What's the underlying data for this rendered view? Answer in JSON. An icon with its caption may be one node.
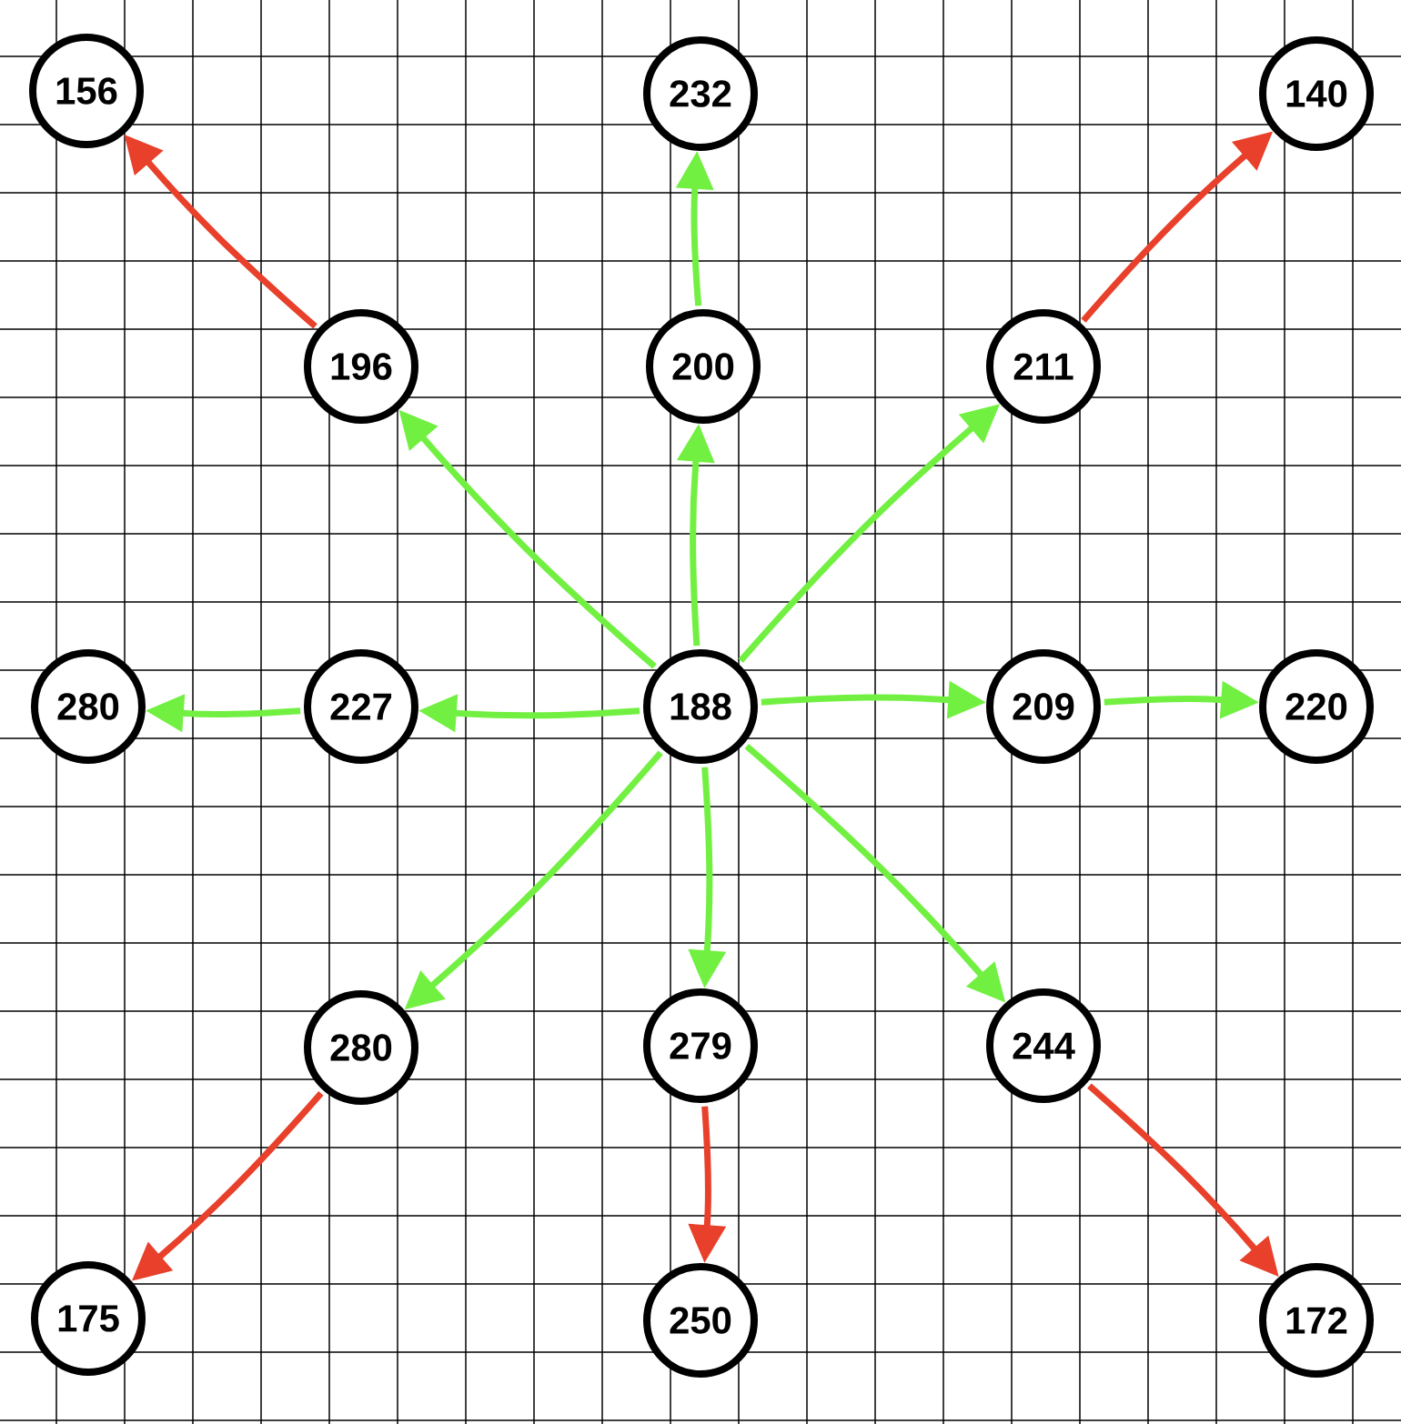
{
  "diagram": {
    "nodes": [
      {
        "text": [
          "156"
        ]
      },
      {
        "text": [
          "232"
        ]
      },
      {
        "text": [
          "140"
        ]
      },
      {
        "text": [
          "196"
        ]
      },
      {
        "text": [
          "200"
        ]
      },
      {
        "text": [
          "211"
        ]
      },
      {
        "text": [
          "280"
        ]
      },
      {
        "text": [
          "227"
        ]
      },
      {
        "text": [
          "188"
        ]
      },
      {
        "text": [
          "209"
        ]
      },
      {
        "text": [
          "220"
        ]
      },
      {
        "text": [
          "280"
        ]
      },
      {
        "text": [
          "279"
        ]
      },
      {
        "text": [
          "244"
        ]
      },
      {
        "text": [
          "175"
        ]
      },
      {
        "text": [
          "250"
        ]
      },
      {
        "text": [
          "172"
        ]
      }
    ],
    "edges": [
      {
        "from": 8,
        "to": 3,
        "arrow": "to"
      },
      {
        "from": 8,
        "to": 4,
        "arrow": "to"
      },
      {
        "from": 4,
        "to": 1,
        "arrow": "to"
      },
      {
        "from": 8,
        "to": 5,
        "arrow": "to"
      },
      {
        "from": 8,
        "to": 7,
        "arrow": "to"
      },
      {
        "from": 7,
        "to": 6,
        "arrow": "to"
      },
      {
        "from": 8,
        "to": 9,
        "arrow": "to"
      },
      {
        "from": 9,
        "to": 10,
        "arrow": "to"
      },
      {
        "from": 8,
        "to": 11,
        "arrow": "to"
      },
      {
        "from": 8,
        "to": 12,
        "arrow": "to"
      },
      {
        "from": 8,
        "to": 13,
        "arrow": "to"
      },
      {
        "from": 3,
        "to": 0,
        "arrow": "to",
        "color": "#e8402a"
      },
      {
        "from": 5,
        "to": 2,
        "arrow": "to",
        "color": "#e8402a"
      },
      {
        "from": 11,
        "to": 14,
        "arrow": "to",
        "color": "#e8402a"
      },
      {
        "from": 12,
        "to": 15,
        "arrow": "to",
        "color": "#e8402a"
      },
      {
        "from": 13,
        "to": 16,
        "arrow": "to",
        "color": "#e8402a"
      }
    ]
  }
}
